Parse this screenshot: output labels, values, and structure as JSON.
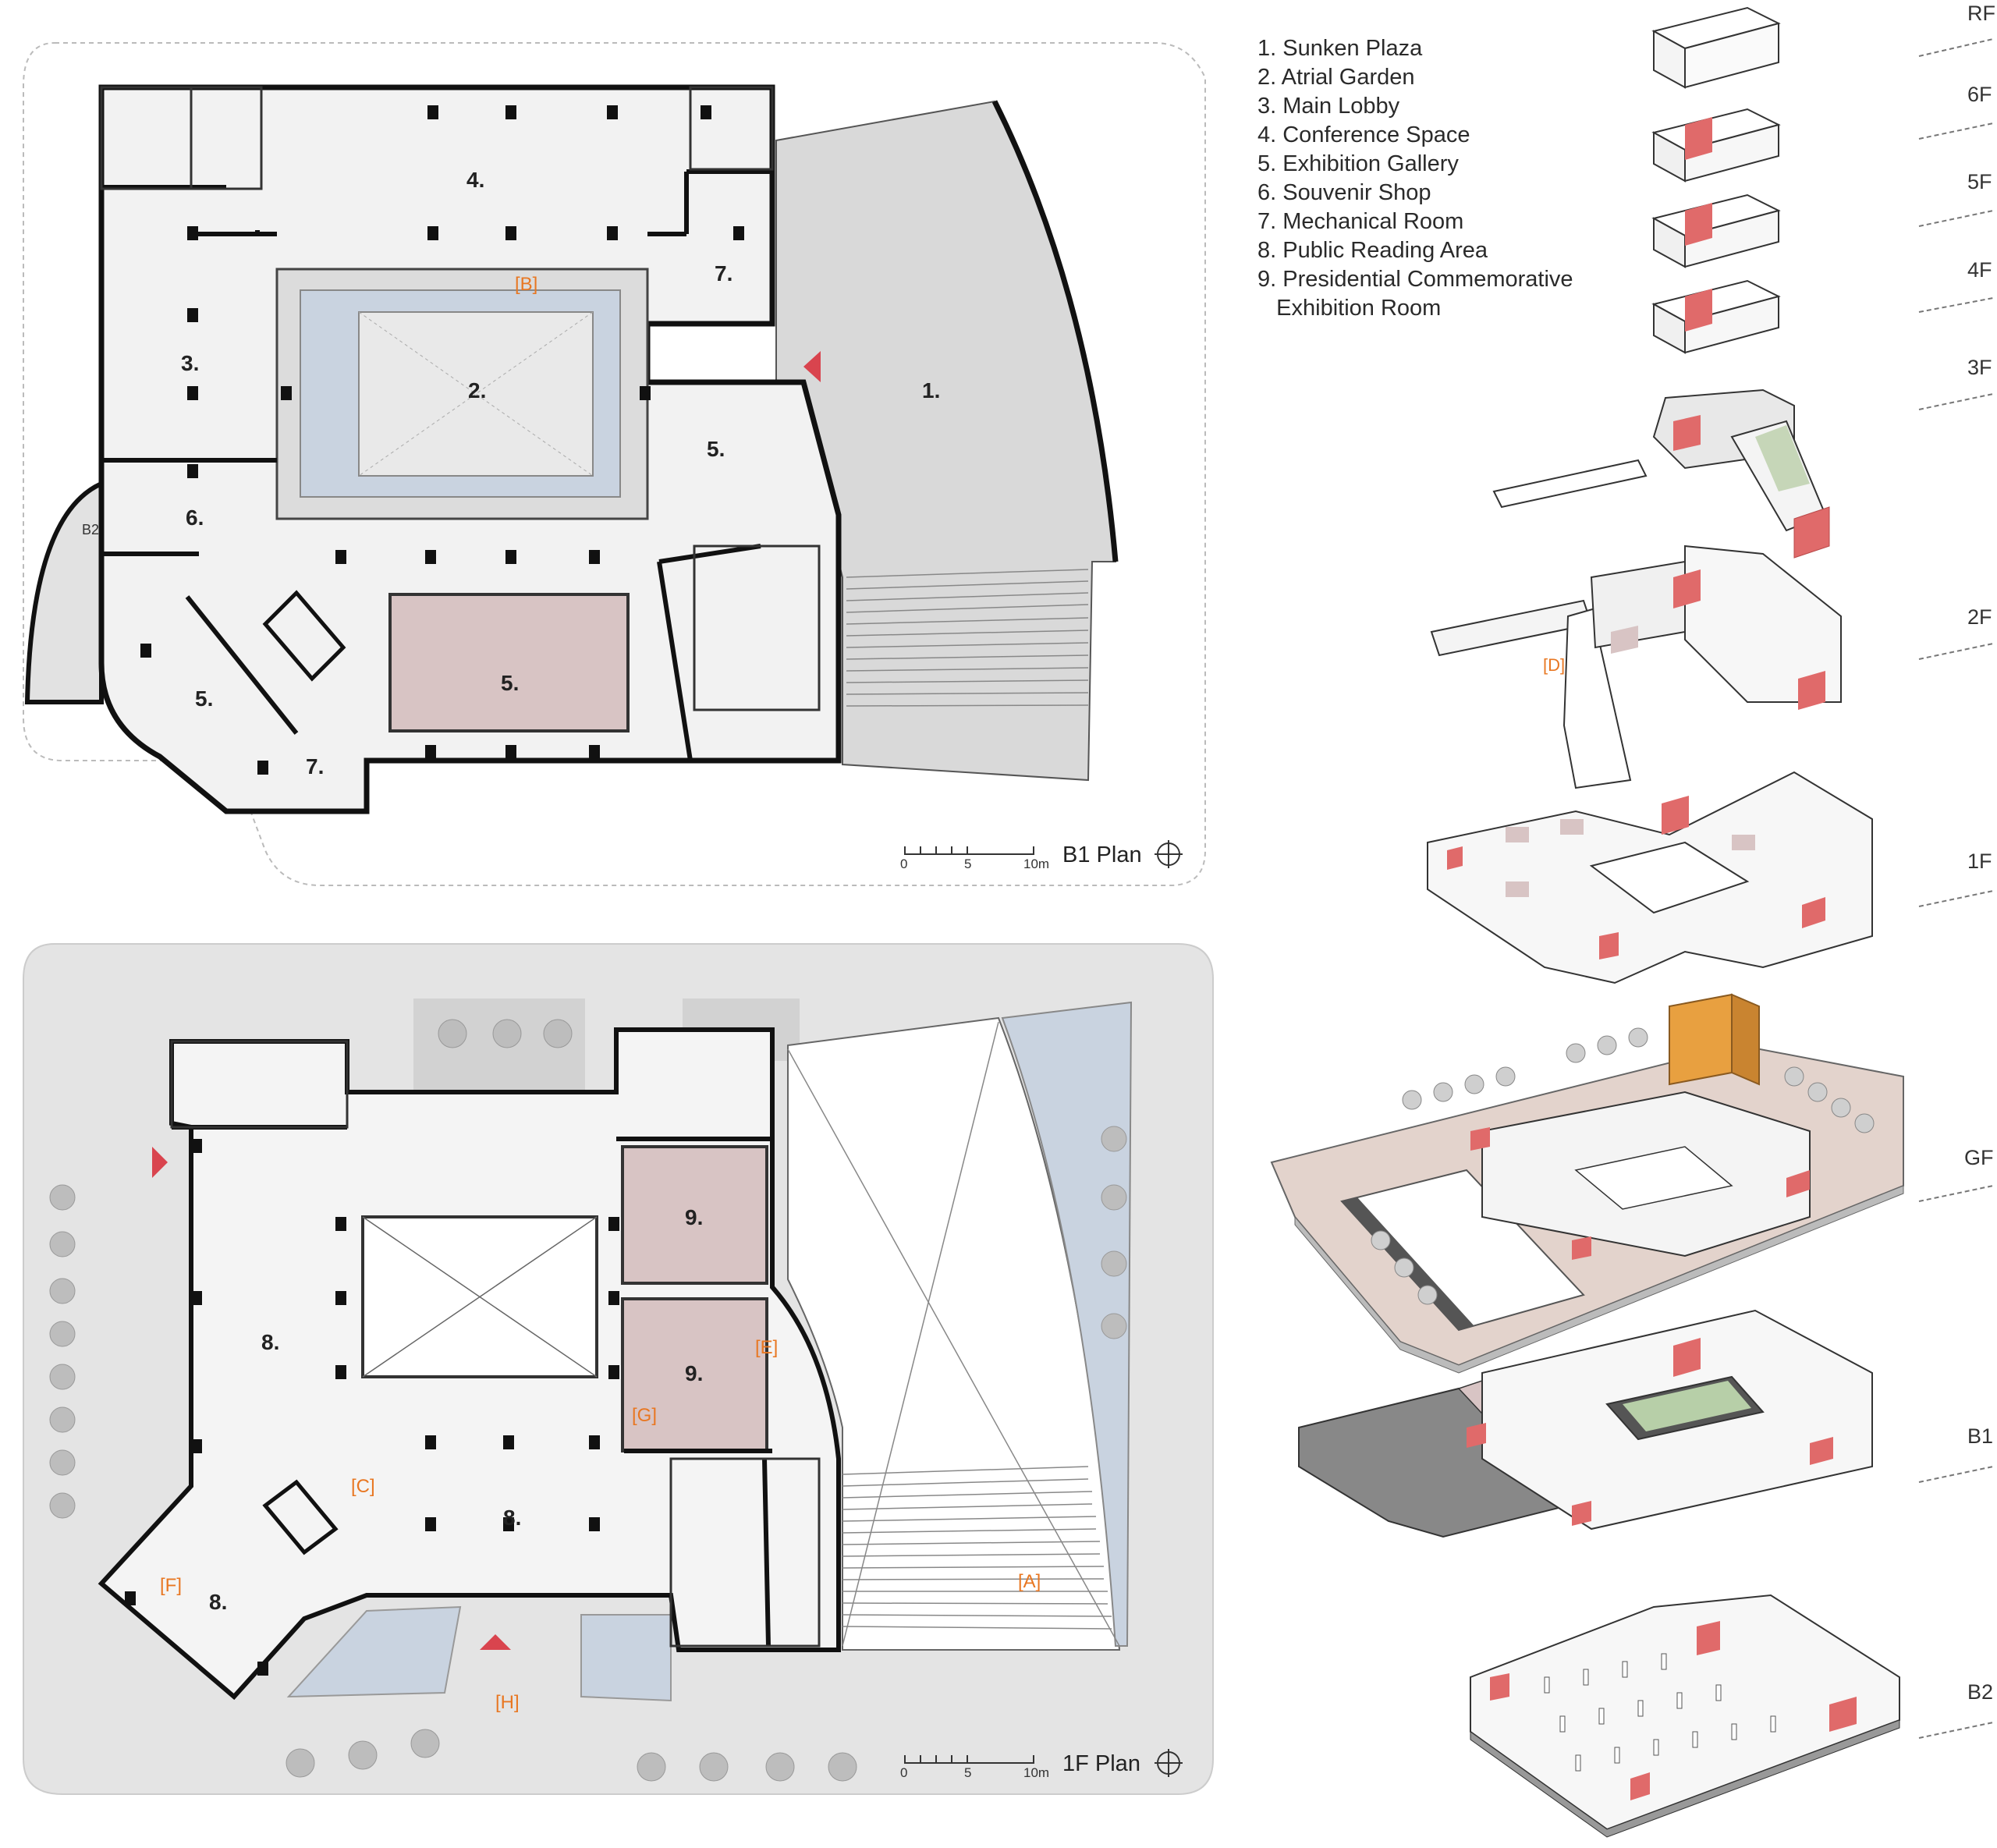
{
  "legend": [
    "1. Sunken Plaza",
    "2. Atrial Garden",
    "3. Main Lobby",
    "4. Conference Space",
    "5. Exhibition Gallery",
    "6. Souvenir Shop",
    "7. Mechanical Room",
    "8. Public Reading Area",
    "9. Presidential Commemorative",
    "   Exhibition Room"
  ],
  "b1_plan": {
    "title": "B1 Plan",
    "scale": [
      "0",
      "5",
      "10m"
    ],
    "labels": [
      "1.",
      "2.",
      "3.",
      "4.",
      "5.",
      "5.",
      "5.",
      "6.",
      "7.",
      "7."
    ],
    "tags": [
      "[B]"
    ],
    "b2_text": "B2"
  },
  "f1_plan": {
    "title": "1F Plan",
    "scale": [
      "0",
      "5",
      "10m"
    ],
    "labels": [
      "8.",
      "8.",
      "8.",
      "9.",
      "9."
    ],
    "tags": [
      "[A]",
      "[C]",
      "[E]",
      "[F]",
      "[G]",
      "[H]"
    ]
  },
  "axo_tag": "[D]",
  "levels": [
    "RF",
    "6F",
    "5F",
    "4F",
    "3F",
    "2F",
    "1F",
    "GF",
    "B1",
    "B2"
  ],
  "colors": {
    "wall": "#111111",
    "floor": "#f2f2f2",
    "garden_water": "#c9d3e0",
    "exhibit_fill": "#d8c4c4",
    "red_core": "#e06a6a",
    "tag_orange": "#e87722",
    "arrow_red": "#d9444e",
    "site_grey": "#e4e4e4"
  }
}
